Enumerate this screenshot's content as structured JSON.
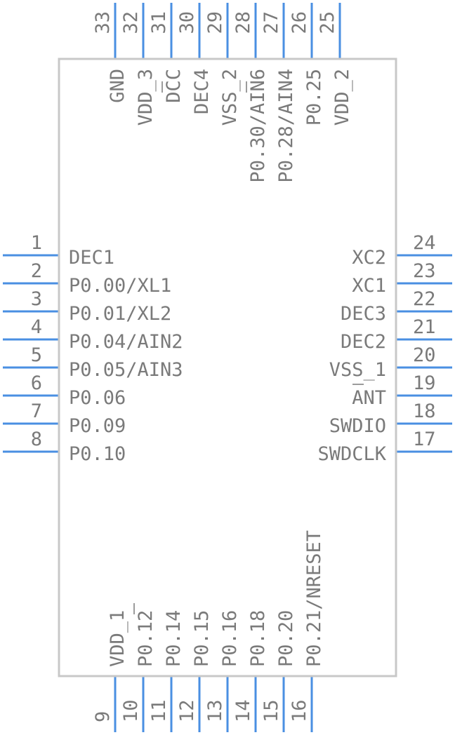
{
  "component": {
    "left_pins": [
      {
        "num": "1",
        "name": "DEC1"
      },
      {
        "num": "2",
        "name": "P0.00/XL1"
      },
      {
        "num": "3",
        "name": "P0.01/XL2"
      },
      {
        "num": "4",
        "name": "P0.04/AIN2"
      },
      {
        "num": "5",
        "name": "P0.05/AIN3"
      },
      {
        "num": "6",
        "name": "P0.06"
      },
      {
        "num": "7",
        "name": "P0.09"
      },
      {
        "num": "8",
        "name": "P0.10"
      }
    ],
    "right_pins": [
      {
        "num": "24",
        "name": "XC2"
      },
      {
        "num": "23",
        "name": "XC1"
      },
      {
        "num": "22",
        "name": "DEC3"
      },
      {
        "num": "21",
        "name": "DEC2"
      },
      {
        "num": "20",
        "name": "VSS_1"
      },
      {
        "num": "19",
        "name": "ANT"
      },
      {
        "num": "18",
        "name": "SWDIO"
      },
      {
        "num": "17",
        "name": "SWDCLK"
      }
    ],
    "top_pins": [
      {
        "num": "33",
        "name": "GND"
      },
      {
        "num": "32",
        "name": "VDD_3"
      },
      {
        "num": "31",
        "name": "DCC"
      },
      {
        "num": "30",
        "name": "DEC4"
      },
      {
        "num": "29",
        "name": "VSS_2"
      },
      {
        "num": "28",
        "name": "P0.30/AIN6"
      },
      {
        "num": "27",
        "name": "P0.28/AIN4"
      },
      {
        "num": "26",
        "name": "P0.25"
      },
      {
        "num": "25",
        "name": "VDD_2"
      }
    ],
    "bottom_pins": [
      {
        "num": "9",
        "name": "VDD_1"
      },
      {
        "num": "10",
        "name": "P0.12"
      },
      {
        "num": "11",
        "name": "P0.14"
      },
      {
        "num": "12",
        "name": "P0.15"
      },
      {
        "num": "13",
        "name": "P0.16"
      },
      {
        "num": "14",
        "name": "P0.18"
      },
      {
        "num": "15",
        "name": "P0.20"
      },
      {
        "num": "16",
        "name": "P0.21/NRESET"
      }
    ],
    "colors": {
      "pin": "#4a8fe2",
      "outline": "#c8c8c8",
      "text": "#7a7a7a"
    }
  }
}
